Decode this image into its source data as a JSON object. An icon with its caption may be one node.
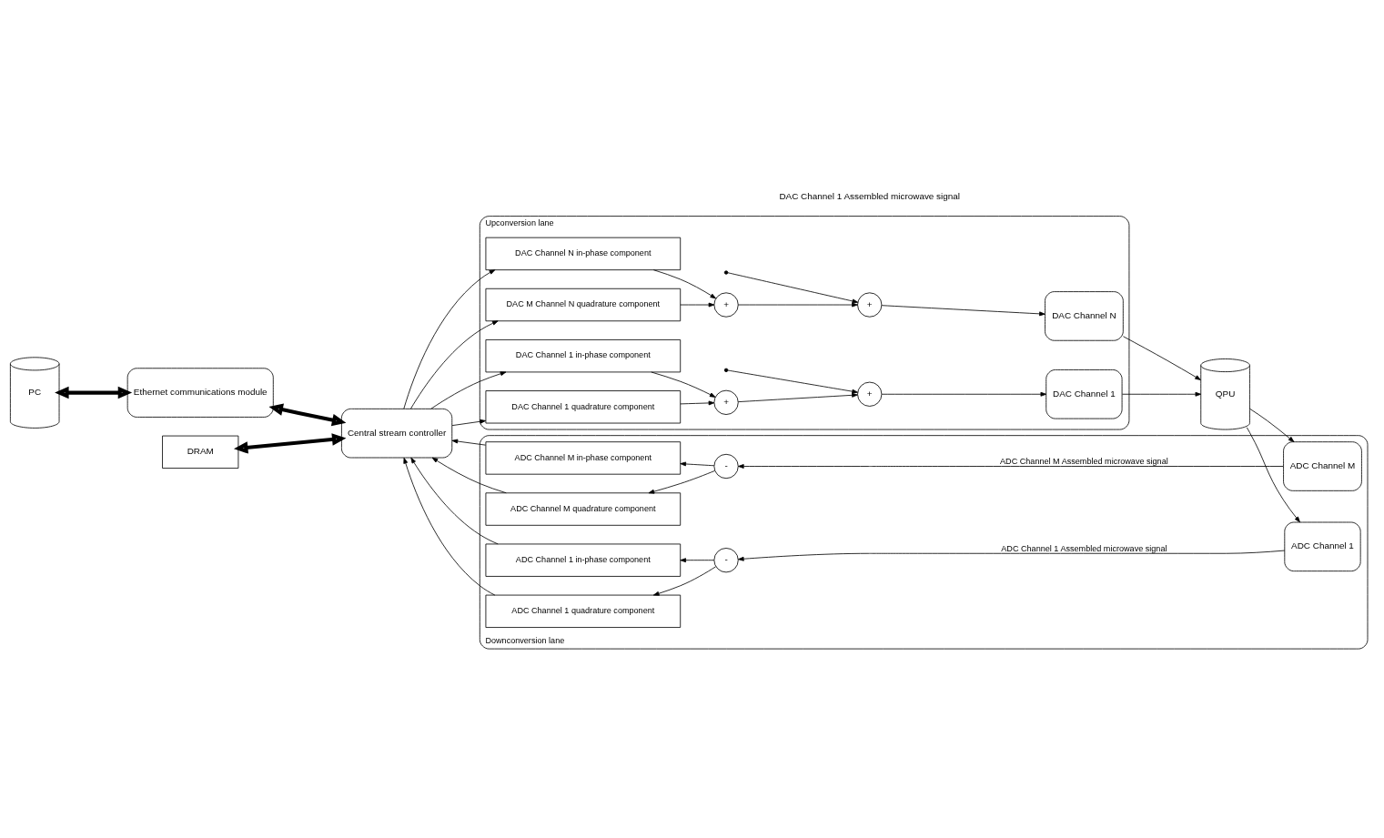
{
  "diagram": {
    "nodes": [
      {
        "text": [
          "PC"
        ]
      },
      {
        "text": [
          "Ethernet communications module"
        ]
      },
      {
        "text": [
          "Central stream controller"
        ]
      },
      {
        "text": [
          "DRAM"
        ]
      },
      {
        "text": [
          "Upconversion lane"
        ]
      },
      {
        "text": [
          "DAC Channel 1 in-phase component"
        ],
        "in": 4
      },
      {
        "text": [
          "DAC Channel 1 quadrature component"
        ],
        "in": 4
      },
      {
        "text": [
          "+"
        ],
        "in": 4
      },
      {
        "text": [
          "+"
        ],
        "in": 4
      },
      {
        "text": [
          "DAC Channel 1"
        ],
        "in": 4
      },
      {
        "text": [
          "DAC Channel N in-phase component"
        ],
        "in": 4
      },
      {
        "text": [
          "DAC M Channel N quadrature component"
        ],
        "in": 4
      },
      {
        "text": [
          "+"
        ],
        "in": 4
      },
      {
        "text": [
          "+"
        ],
        "in": 4
      },
      {
        "text": [
          "DAC Channel N"
        ],
        "in": 4
      },
      {
        "text": [
          "QPU"
        ]
      },
      {
        "text": [
          "Downconversion lane"
        ]
      },
      {
        "text": [
          "ADC Channel 1 in-phase component"
        ],
        "in": 16
      },
      {
        "text": [
          "ADC Channel 1 quadrature component"
        ],
        "in": 16
      },
      {
        "text": [
          "-"
        ],
        "in": 16
      },
      {
        "text": [
          "ADC Channel 1"
        ],
        "in": 16
      },
      {
        "text": [
          "ADC Channel M in-phase component"
        ],
        "in": 16
      },
      {
        "text": [
          "ADC Channel M quadrature component"
        ],
        "in": 16
      },
      {
        "text": [
          "-"
        ],
        "in": 16
      },
      {
        "text": [
          "ADC Channel M"
        ],
        "in": 16
      }
    ],
    "edges": [
      {
        "from": 0,
        "to": 1,
        "arrow": "both",
        "style": "thick"
      },
      {
        "from": 1,
        "to": 2,
        "arrow": "both",
        "style": "thick"
      },
      {
        "from": 3,
        "to": 2,
        "arrow": "both",
        "style": "thick"
      },
      {
        "from": 2,
        "to": 5,
        "arrow": "to"
      },
      {
        "from": 2,
        "to": 6,
        "arrow": "to"
      },
      {
        "from": 2,
        "to": 10,
        "arrow": "to"
      },
      {
        "from": 2,
        "to": 11,
        "arrow": "to"
      },
      {
        "from": 5,
        "to": 7,
        "arrow": "to"
      },
      {
        "from": 6,
        "to": 7,
        "arrow": "to"
      },
      {
        "from": 7,
        "to": 8,
        "arrow": "to"
      },
      {
        "from": null,
        "to": 8,
        "arrow": "to"
      },
      {
        "from": 8,
        "to": 9,
        "arrow": "to"
      },
      {
        "from": 10,
        "to": 12,
        "arrow": "to"
      },
      {
        "from": 11,
        "to": 12,
        "arrow": "to"
      },
      {
        "from": 12,
        "to": 13,
        "arrow": "to"
      },
      {
        "from": null,
        "to": 13,
        "arrow": "to"
      },
      {
        "from": 13,
        "to": 14,
        "arrow": "to"
      },
      {
        "from": 9,
        "to": 15,
        "arrow": "to"
      },
      {
        "from": 14,
        "to": 15,
        "arrow": "to"
      },
      {
        "from": 15,
        "to": 20,
        "arrow": "to"
      },
      {
        "from": 15,
        "to": 24,
        "arrow": "to"
      },
      {
        "from": 20,
        "to": 19,
        "arrow": "to",
        "label": "ADC Channel 1 Assembled microwave signal"
      },
      {
        "from": 19,
        "to": 17,
        "arrow": "to"
      },
      {
        "from": 19,
        "to": 18,
        "arrow": "to"
      },
      {
        "from": 24,
        "to": 23,
        "arrow": "to",
        "label": "ADC Channel M Assembled microwave signal"
      },
      {
        "from": 23,
        "to": 21,
        "arrow": "to"
      },
      {
        "from": 23,
        "to": 22,
        "arrow": "to"
      },
      {
        "from": 17,
        "to": 2,
        "arrow": "to"
      },
      {
        "from": 18,
        "to": 2,
        "arrow": "to"
      },
      {
        "from": 21,
        "to": 2,
        "arrow": "to"
      },
      {
        "from": 22,
        "to": 2,
        "arrow": "to"
      }
    ],
    "labels": [
      "DAC Channel 1 Assembled microwave signal"
    ]
  }
}
